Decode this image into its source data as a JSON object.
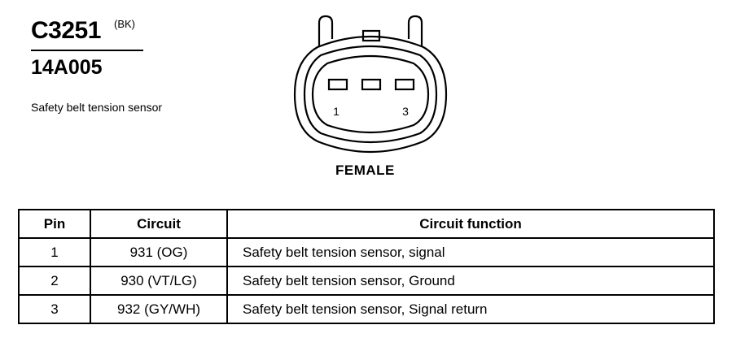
{
  "header": {
    "connector_id": "C3251",
    "color_code": "(BK)",
    "part_number": "14A005",
    "description": "Safety belt tension sensor"
  },
  "connector": {
    "gender_label": "FEMALE",
    "pin_labels": [
      "1",
      "3"
    ],
    "cavity_count": 3
  },
  "table": {
    "headers": [
      "Pin",
      "Circuit",
      "Circuit function"
    ],
    "rows": [
      {
        "pin": "1",
        "circuit": "931 (OG)",
        "function": "Safety belt tension sensor, signal"
      },
      {
        "pin": "2",
        "circuit": "930 (VT/LG)",
        "function": "Safety belt tension sensor, Ground"
      },
      {
        "pin": "3",
        "circuit": "932 (GY/WH)",
        "function": "Safety belt tension sensor, Signal return"
      }
    ]
  }
}
